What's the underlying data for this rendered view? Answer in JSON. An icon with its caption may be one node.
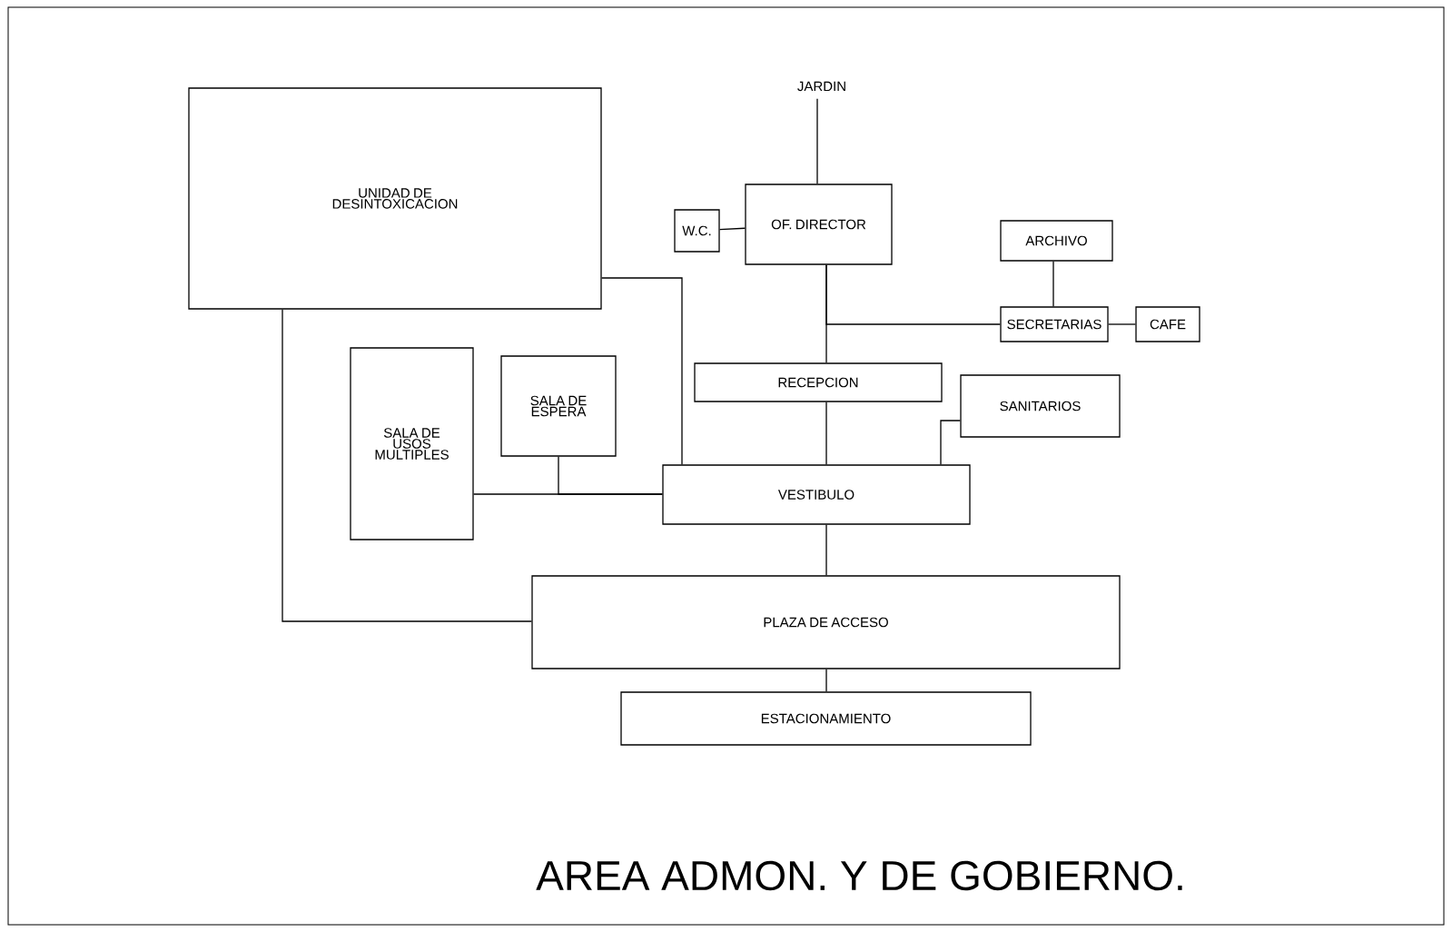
{
  "diagram": {
    "title": "AREA ADMON. Y DE GOBIERNO.",
    "nodes": [
      {
        "text": [
          "JARDIN"
        ]
      },
      {
        "text": [
          "UNIDAD DE DESINTOXICACION"
        ]
      },
      {
        "text": [
          "W.C."
        ]
      },
      {
        "text": [
          "OF. DIRECTOR"
        ]
      },
      {
        "text": [
          "ARCHIVO"
        ]
      },
      {
        "text": [
          "SECRETARIAS"
        ]
      },
      {
        "text": [
          "CAFE"
        ]
      },
      {
        "text": [
          "SALA DE USOS MULTIPLES"
        ]
      },
      {
        "text": [
          "SALA DE ESPERA"
        ]
      },
      {
        "text": [
          "RECEPCION"
        ]
      },
      {
        "text": [
          "SANITARIOS"
        ]
      },
      {
        "text": [
          "VESTIBULO"
        ]
      },
      {
        "text": [
          "PLAZA DE ACCESO"
        ]
      },
      {
        "text": [
          "ESTACIONAMIENTO"
        ]
      }
    ],
    "edges": [
      {
        "from": 0,
        "to": 3,
        "arrow": "none"
      },
      {
        "from": 2,
        "to": 3,
        "arrow": "none"
      },
      {
        "from": 3,
        "to": 9,
        "arrow": "none"
      },
      {
        "from": 3,
        "to": 5,
        "arrow": "none"
      },
      {
        "from": 4,
        "to": 5,
        "arrow": "none"
      },
      {
        "from": 5,
        "to": 6,
        "arrow": "none"
      },
      {
        "from": 9,
        "to": 11,
        "arrow": "none"
      },
      {
        "from": 10,
        "to": 11,
        "arrow": "none"
      },
      {
        "from": 1,
        "to": 11,
        "arrow": "none"
      },
      {
        "from": 1,
        "to": 12,
        "arrow": "none"
      },
      {
        "from": 7,
        "to": 11,
        "arrow": "none"
      },
      {
        "from": 8,
        "to": 11,
        "arrow": "none"
      },
      {
        "from": 11,
        "to": 12,
        "arrow": "none"
      },
      {
        "from": 12,
        "to": 13,
        "arrow": "none"
      }
    ]
  }
}
